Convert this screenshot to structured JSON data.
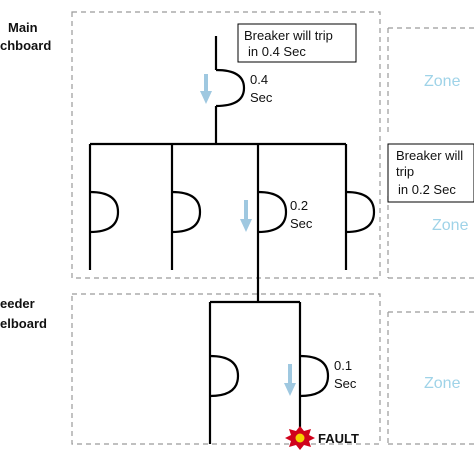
{
  "labels": {
    "main_board_line1": "Main",
    "main_board_line2": "chboard",
    "feeder_board_line1": "eeder",
    "feeder_board_line2": "elboard"
  },
  "callouts": {
    "main_breaker_line1": "Breaker will trip",
    "main_breaker_line2": "in 0.4 Sec",
    "branch_breaker_line1": "Breaker will",
    "branch_breaker_line2": "trip",
    "branch_breaker_line3": "in 0.2 Sec"
  },
  "timings": {
    "main_val": "0.4",
    "main_unit": "Sec",
    "branch_val": "0.2",
    "branch_unit": "Sec",
    "feeder_val": "0.1",
    "feeder_unit": "Sec"
  },
  "zones": {
    "zone1": "Zone",
    "zone2": "Zone",
    "zone3": "Zone"
  },
  "fault_label": "FAULT",
  "colors": {
    "zone_text": "#9fd3e8",
    "arrow": "#9fc8e0",
    "dashed": "#9a9a9a",
    "fault_red": "#d0021b",
    "fault_yellow": "#f5d000"
  }
}
